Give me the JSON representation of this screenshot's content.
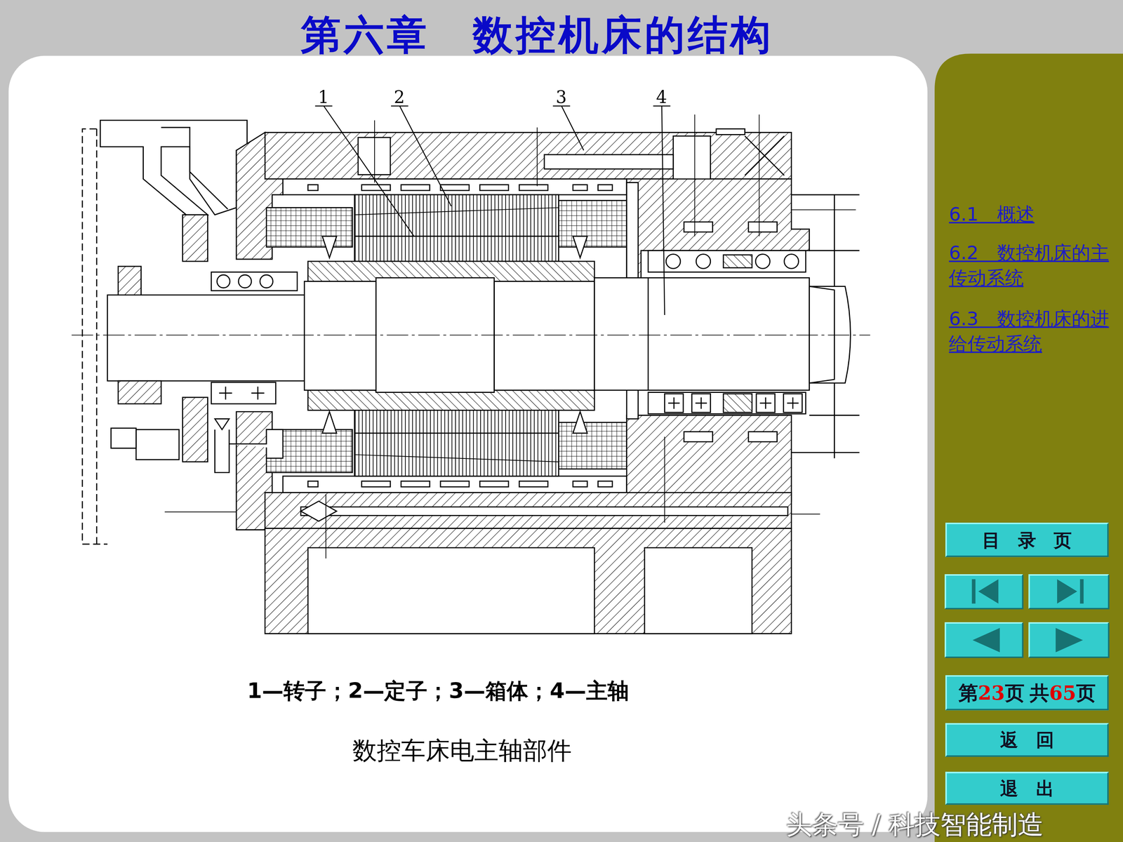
{
  "diagram": {
    "title": "第六章　数控机床的结构",
    "caption": "数控车床电主轴部件",
    "nodes": [
      {
        "text": [
          "目　录　页"
        ]
      },
      {
        "text": [
          "第",
          "23",
          "页",
          "共",
          "65",
          "页"
        ]
      },
      {
        "text": [
          "返　回"
        ]
      },
      {
        "text": [
          "退　出"
        ]
      }
    ],
    "labels": [
      "1",
      "2",
      "3",
      "4",
      "1—转子；2—定子；3—箱体；4—主轴",
      "6.1　概述",
      "6.2　数控机床的主传动系统",
      "6.3　数控机床的进给传动系统",
      "头条号 / 科技智能制造"
    ]
  }
}
